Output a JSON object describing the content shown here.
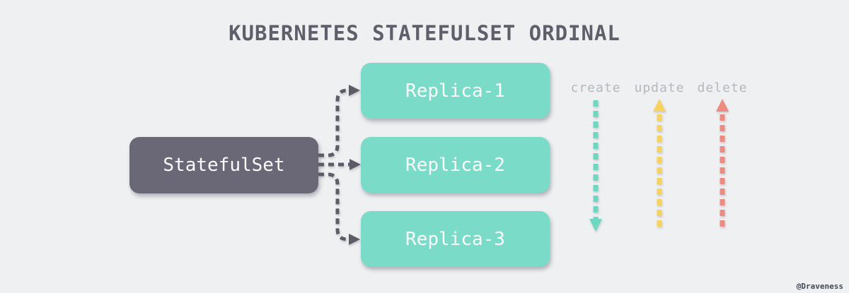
{
  "title": "KUBERNETES STATEFULSET ORDINAL",
  "diagram": {
    "source": {
      "label": "StatefulSet"
    },
    "replicas": [
      {
        "label": "Replica-1"
      },
      {
        "label": "Replica-2"
      },
      {
        "label": "Replica-3"
      }
    ],
    "operations": [
      {
        "label": "create",
        "direction": "down",
        "color": "#6fd6c2"
      },
      {
        "label": "update",
        "direction": "up",
        "color": "#f6d35f"
      },
      {
        "label": "delete",
        "direction": "up",
        "color": "#ed8b81"
      }
    ]
  },
  "colors": {
    "background": "#eff0f2",
    "title_text": "#5e5f6a",
    "statefulset_box": "#6a6876",
    "replica_box": "#7adbc8",
    "node_text": "#fafcfb",
    "connector_arrow": "#5d5c66",
    "operation_label_text": "#b4b7bc",
    "watermark_text": "#3f4a57"
  },
  "watermark": "@Draveness"
}
